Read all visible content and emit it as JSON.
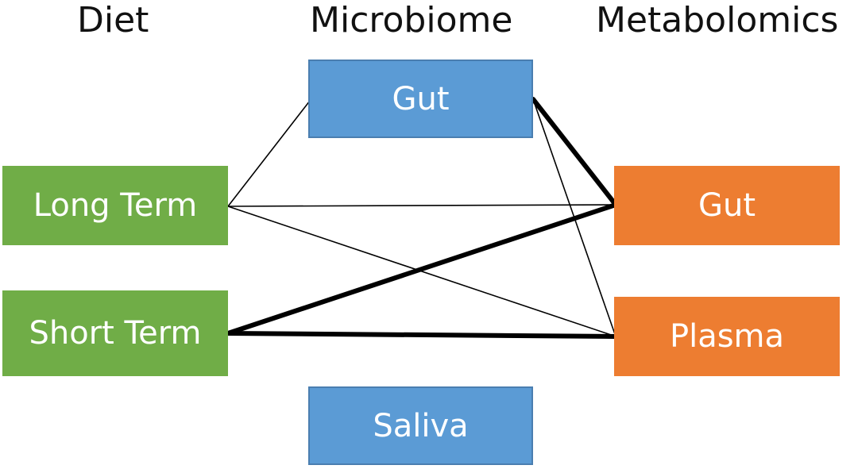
{
  "headers": {
    "diet": "Diet",
    "microbiome": "Microbiome",
    "metabolomics": "Metabolomics"
  },
  "nodes": {
    "microbiome_gut": "Gut",
    "microbiome_saliva": "Saliva",
    "diet_long_term": "Long Term",
    "diet_short_term": "Short Term",
    "metabolomics_gut": "Gut",
    "metabolomics_plasma": "Plasma"
  },
  "colors": {
    "microbiome": "#5b9bd5",
    "diet": "#70ad47",
    "metabolomics": "#ed7d31",
    "edge": "#000000",
    "node_border": "#4a7eb0"
  },
  "edges": [
    {
      "from": "diet_long_term",
      "to": "microbiome_gut",
      "weight": "thin"
    },
    {
      "from": "diet_long_term",
      "to": "metabolomics_gut",
      "weight": "thin"
    },
    {
      "from": "diet_long_term",
      "to": "metabolomics_plasma",
      "weight": "thin"
    },
    {
      "from": "microbiome_gut",
      "to": "metabolomics_gut",
      "weight": "thick"
    },
    {
      "from": "microbiome_gut",
      "to": "metabolomics_plasma",
      "weight": "thin"
    },
    {
      "from": "diet_short_term",
      "to": "metabolomics_gut",
      "weight": "thick"
    },
    {
      "from": "diet_short_term",
      "to": "metabolomics_plasma",
      "weight": "thick"
    }
  ]
}
